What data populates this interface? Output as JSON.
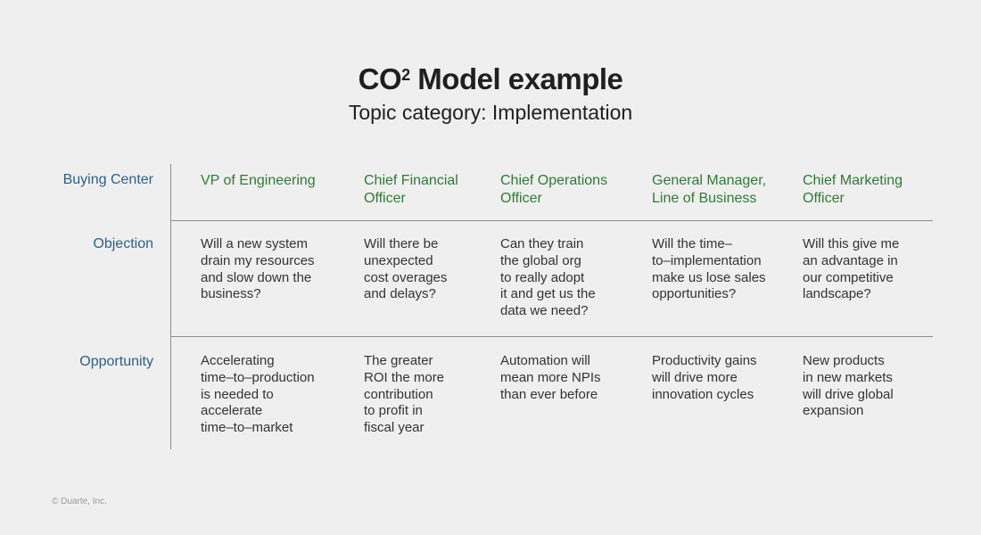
{
  "title_main": "CO",
  "title_sup": "2",
  "title_rest": " Model example",
  "subtitle": "Topic category: Implementation",
  "rows": {
    "buying_center": "Buying Center",
    "objection": "Objection",
    "opportunity": "Opportunity"
  },
  "columns": [
    {
      "head": [
        "VP of Engineering"
      ],
      "objection": [
        "Will a new system",
        "drain my resources",
        "and slow down the",
        "business?"
      ],
      "opportunity": [
        "Accelerating",
        "time–to–production",
        "is needed to",
        "accelerate",
        "time–to–market"
      ]
    },
    {
      "head": [
        "Chief Financial",
        "Officer"
      ],
      "objection": [
        "Will there be",
        "unexpected",
        "cost overages",
        "and delays?"
      ],
      "opportunity": [
        "The greater",
        "ROI the more",
        "contribution",
        "to profit in",
        "fiscal year"
      ]
    },
    {
      "head": [
        "Chief Operations",
        "Officer"
      ],
      "objection": [
        "Can they train",
        "the global org",
        "to really adopt",
        "it and get us the",
        "data we need?"
      ],
      "opportunity": [
        "Automation will",
        "mean more NPIs",
        "than ever before"
      ]
    },
    {
      "head": [
        "General Manager,",
        "Line of Business"
      ],
      "objection": [
        "Will the time–",
        "to–implementation",
        "make us lose sales",
        "opportunities?"
      ],
      "opportunity": [
        "Productivity gains",
        "will drive more",
        "innovation cycles"
      ]
    },
    {
      "head": [
        "Chief Marketing",
        "Officer"
      ],
      "objection": [
        "Will this give me",
        "an advantage in",
        "our competitive",
        "landscape?"
      ],
      "opportunity": [
        "New products",
        "in new markets",
        "will drive global",
        "expansion"
      ]
    }
  ],
  "copyright": "© Duarte, Inc."
}
